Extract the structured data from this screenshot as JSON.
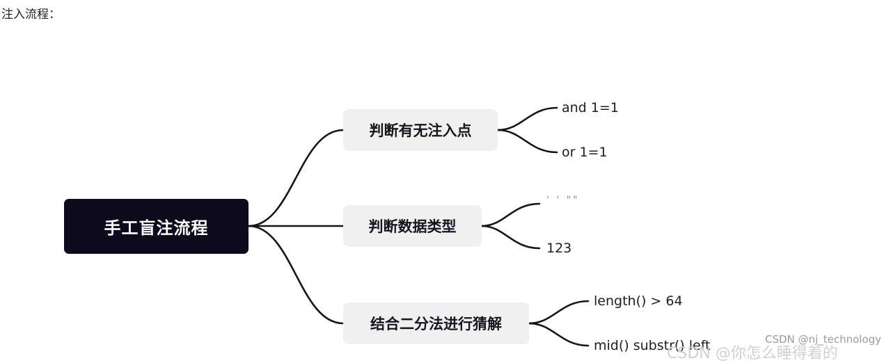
{
  "page": {
    "title": "注入流程："
  },
  "mindmap": {
    "root": {
      "label": "手工盲注流程"
    },
    "branches": [
      {
        "label": "判断有无注入点",
        "leaves": [
          "and  1=1",
          "or 1=1"
        ]
      },
      {
        "label": "判断数据类型",
        "leaves": [
          "' ' \"\"",
          "123"
        ]
      },
      {
        "label": "结合二分法进行猜解",
        "leaves": [
          "length() > 64",
          "mid() substr() left"
        ]
      }
    ]
  },
  "watermark": {
    "text": "CSDN @nj_technology",
    "ghost_text": "CSDN @你怎么睡得着的"
  },
  "colors": {
    "root_bg": "#0d0a1d",
    "branch_bg": "#f0f0f1",
    "connector": "#16141f"
  }
}
